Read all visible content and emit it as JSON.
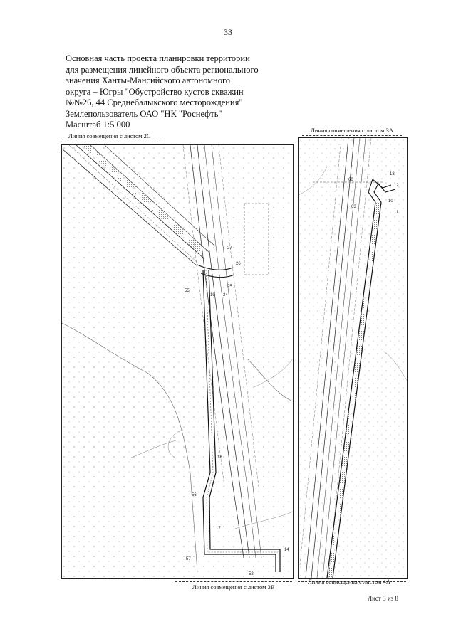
{
  "page_number": "33",
  "title_lines": [
    "Основная часть проекта планировки территории",
    "для размещения линейного объекта регионального",
    "значения Ханты-Мансийского автономного",
    "округа – Югры \"Обустройство кустов скважин",
    "№№26, 44 Среднебалыкского месторождения\"",
    "Землепользователь ОАО \"НК \"Роснефть\"",
    "Масштаб 1:5 000"
  ],
  "captions": {
    "left_top": "Линия совмещения с листом 2С",
    "right_top": "Линия совмещения с листом 3А",
    "left_bottom": "Линия совмещения с листом 3В",
    "right_bottom": "Линия совмещения с листом 4А"
  },
  "sheet_label": "Лист 3 из 8",
  "map_labels_left": [
    "27",
    "26",
    "25",
    "24",
    "55",
    "19",
    "18",
    "56",
    "17",
    "57",
    "14",
    "52"
  ],
  "map_labels_right": [
    "13",
    "12",
    "11",
    "10",
    "60",
    "63"
  ]
}
